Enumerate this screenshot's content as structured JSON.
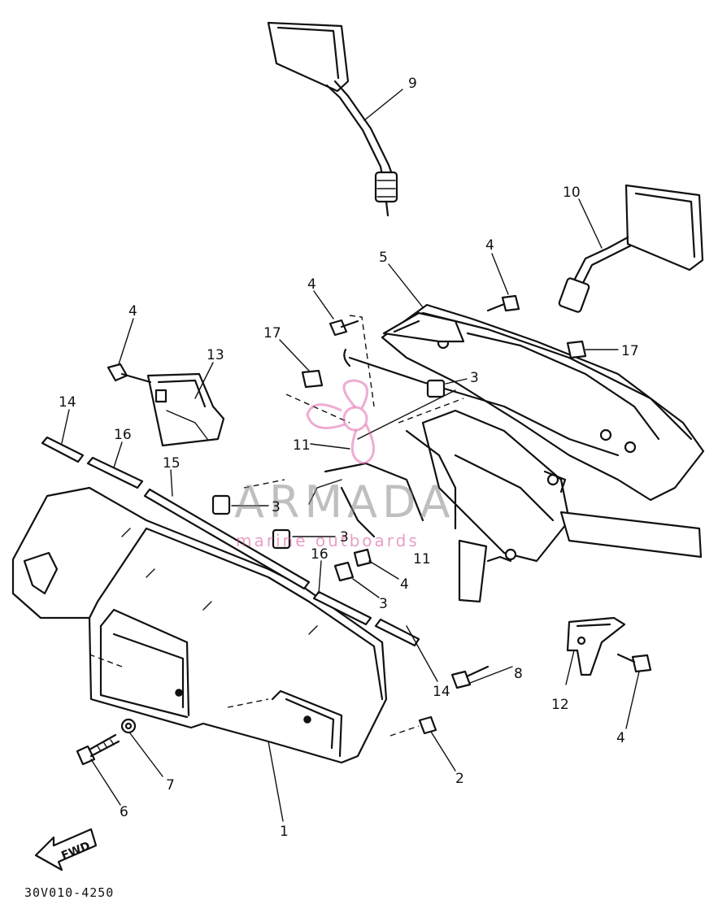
{
  "diagram": {
    "callouts": [
      "9",
      "10",
      "5",
      "4",
      "4",
      "4",
      "13",
      "17",
      "17",
      "3",
      "14",
      "16",
      "15",
      "11",
      "3",
      "3",
      "16",
      "4",
      "3",
      "11",
      "14",
      "8",
      "12",
      "4",
      "2",
      "7",
      "6",
      "1"
    ],
    "direction_label": "FWD",
    "figure_code": "30V010-4250"
  },
  "watermark": {
    "brand": "ARMADA",
    "tagline": "marine outboards",
    "accent_color": "#e05aa5"
  }
}
